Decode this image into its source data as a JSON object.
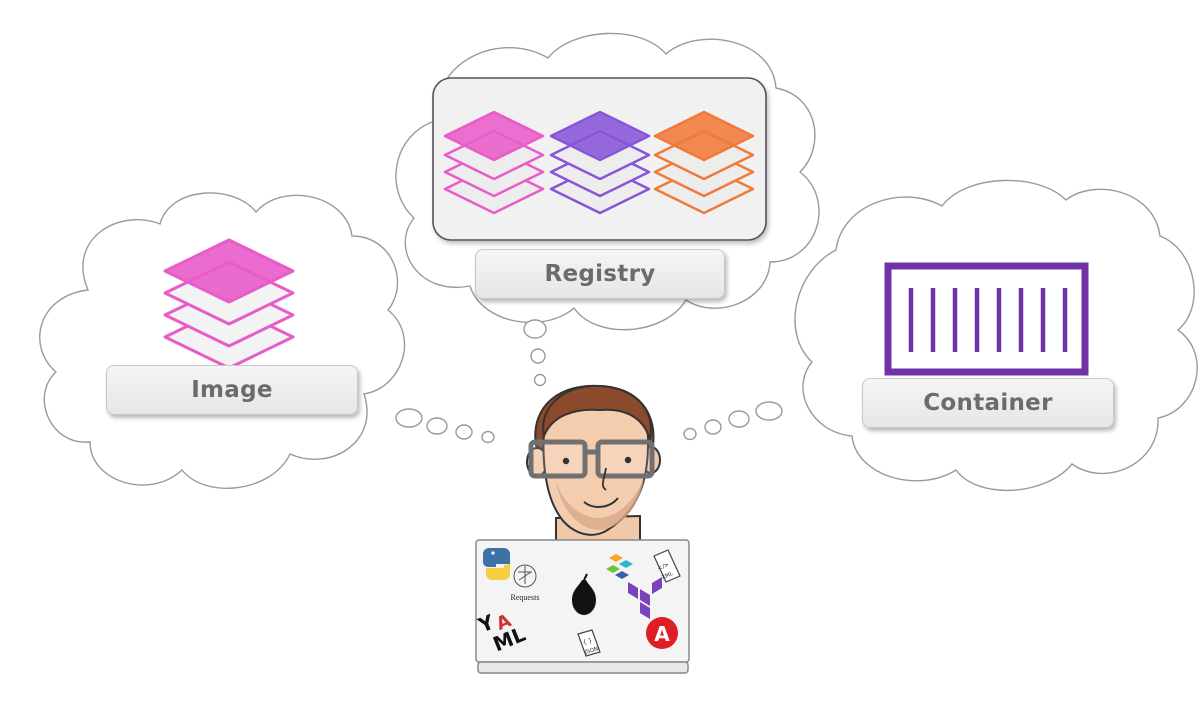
{
  "labels": {
    "image": "Image",
    "registry": "Registry",
    "container": "Container"
  },
  "laptop_stickers": {
    "requests": "Requests",
    "yaml_y": "Y",
    "yaml_a": "A",
    "yaml_ml": "ML",
    "json_file": "JSON",
    "json_braces": "{ }",
    "xml_file": "XML",
    "xml_code": "</>",
    "ansible": "A"
  },
  "icons": [
    "python-logo",
    "requests-logo",
    "pear-icon",
    "terraform-logo",
    "yaml-logo",
    "json-file-icon",
    "xml-file-icon",
    "ansible-logo",
    "pulumi-logo"
  ],
  "colors": {
    "pink": "#e85cc9",
    "purple": "#8855d8",
    "orange": "#f07a3a",
    "container_purple": "#7032a8",
    "cloud_stroke": "#9a9a9a",
    "label_text": "#6b6b6b",
    "ansible_red": "#e01e26"
  }
}
